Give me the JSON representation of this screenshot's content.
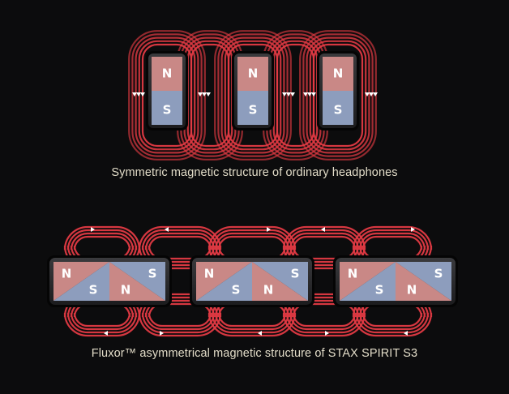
{
  "colors": {
    "background": "#0c0c0d",
    "field_line": "#e23a43",
    "north_pole": "#c98886",
    "south_pole": "#8d9dbd",
    "caption_text": "#e2dcc8"
  },
  "symmetric": {
    "magnet_count": 3,
    "poles": [
      "N",
      "S"
    ],
    "caption": "Symmetric magnetic structure of ordinary headphones"
  },
  "asymmetric": {
    "magnet_count": 3,
    "poles_top": [
      "N",
      "S"
    ],
    "poles_bottom": [
      "S",
      "N"
    ],
    "caption": "Fluxor™ asymmetrical magnetic structure of STAX SPIRIT S3"
  }
}
